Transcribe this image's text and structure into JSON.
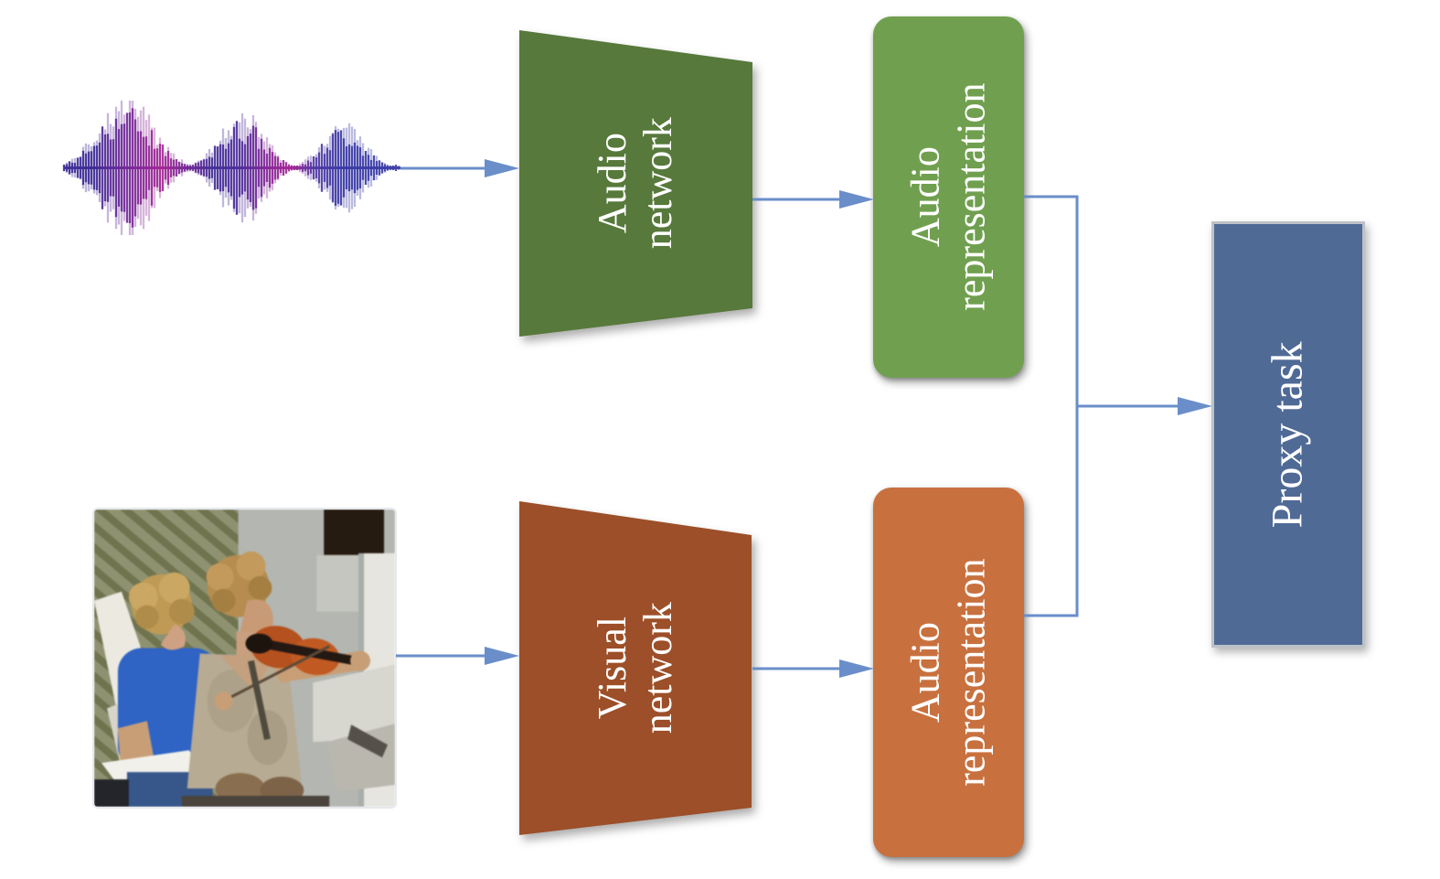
{
  "diagram": {
    "nodes": {
      "audio_network": {
        "label": "Audio network",
        "line1": "Audio",
        "line2": "network",
        "color": "#57793b",
        "shape": "trapezoid"
      },
      "visual_network": {
        "label": "Visual network",
        "line1": "Visual",
        "line2": "network",
        "color": "#9c4f28",
        "shape": "trapezoid"
      },
      "audio_representation_top": {
        "label": "Audio representation",
        "line1": "Audio",
        "line2": "representation",
        "color": "#70a04f",
        "shape": "rounded-rect"
      },
      "audio_representation_bottom": {
        "label": "Audio representation",
        "line1": "Audio",
        "line2": "representation",
        "color": "#c8713f",
        "shape": "rounded-rect"
      },
      "proxy_task": {
        "label": "Proxy task",
        "color": "#506a96",
        "border_color": "#bdc1c7",
        "shape": "rect"
      }
    },
    "connectors": {
      "color": "#6a8ec9"
    },
    "inputs": {
      "audio_waveform": {
        "icon": "audio-waveform-icon",
        "palette": [
          "#45339b",
          "#a52a96",
          "#463299",
          "#a52a95",
          "#3c3ca6"
        ]
      },
      "video_frame": {
        "icon": "violin-players-photo"
      }
    },
    "waveform": {
      "baseline": [
        10,
        378
      ],
      "bursts": [
        {
          "c": 78,
          "hw": 60,
          "amp": 70
        },
        {
          "c": 205,
          "hw": 48,
          "amp": 56
        },
        {
          "c": 315,
          "hw": 45,
          "amp": 47
        }
      ]
    }
  }
}
